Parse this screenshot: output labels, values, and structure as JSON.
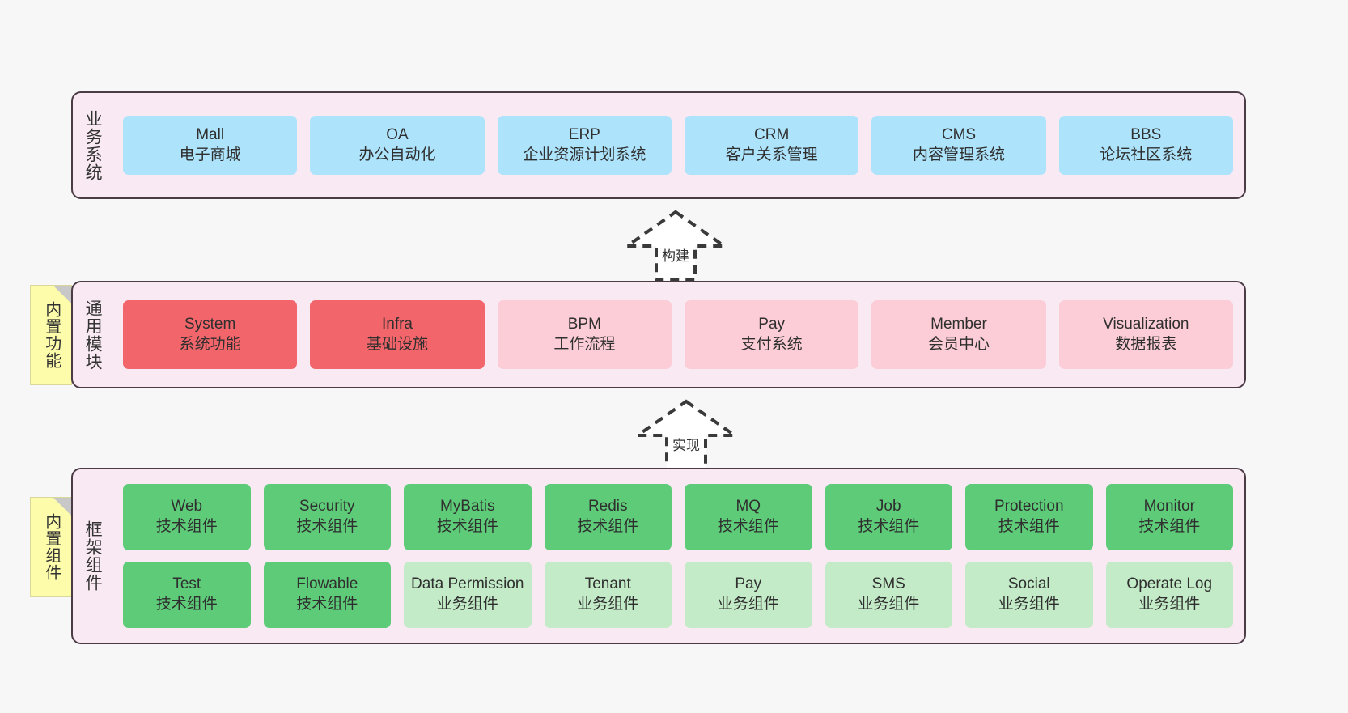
{
  "diagram": {
    "background_color": "#f7f7f7",
    "layer_fill": "#f9e9f3",
    "layer_border": "#4a3b45"
  },
  "layers": [
    {
      "id": "business",
      "title": "业务系统",
      "accent": "#ade3fb",
      "rows": [
        {
          "nodes": [
            {
              "name": "Mall",
              "sub": "电子商城",
              "color": "#ade3fb"
            },
            {
              "name": "OA",
              "sub": "办公自动化",
              "color": "#ade3fb"
            },
            {
              "name": "ERP",
              "sub": "企业资源计划系统",
              "color": "#ade3fb"
            },
            {
              "name": "CRM",
              "sub": "客户关系管理",
              "color": "#ade3fb"
            },
            {
              "name": "CMS",
              "sub": "内容管理系统",
              "color": "#ade3fb"
            },
            {
              "name": "BBS",
              "sub": "论坛社区系统",
              "color": "#ade3fb"
            }
          ]
        }
      ]
    },
    {
      "id": "modules",
      "title": "通用模块",
      "accent": "#f2656a",
      "sticky": "内置功能",
      "rows": [
        {
          "nodes": [
            {
              "name": "System",
              "sub": "系统功能",
              "color": "#f2656a"
            },
            {
              "name": "Infra",
              "sub": "基础设施",
              "color": "#f2656a"
            },
            {
              "name": "BPM",
              "sub": "工作流程",
              "color": "#fccdd6"
            },
            {
              "name": "Pay",
              "sub": "支付系统",
              "color": "#fccdd6"
            },
            {
              "name": "Member",
              "sub": "会员中心",
              "color": "#fccdd6"
            },
            {
              "name": "Visualization",
              "sub": "数据报表",
              "color": "#fccdd6"
            }
          ]
        }
      ]
    },
    {
      "id": "framework",
      "title": "框架组件",
      "accent": "#5ecb79",
      "sticky": "内置组件",
      "rows": [
        {
          "nodes": [
            {
              "name": "Web",
              "sub": "技术组件",
              "color": "#5ecb79"
            },
            {
              "name": "Security",
              "sub": "技术组件",
              "color": "#5ecb79"
            },
            {
              "name": "MyBatis",
              "sub": "技术组件",
              "color": "#5ecb79"
            },
            {
              "name": "Redis",
              "sub": "技术组件",
              "color": "#5ecb79"
            },
            {
              "name": "MQ",
              "sub": "技术组件",
              "color": "#5ecb79"
            },
            {
              "name": "Job",
              "sub": "技术组件",
              "color": "#5ecb79"
            },
            {
              "name": "Protection",
              "sub": "技术组件",
              "color": "#5ecb79"
            },
            {
              "name": "Monitor",
              "sub": "技术组件",
              "color": "#5ecb79"
            }
          ]
        },
        {
          "nodes": [
            {
              "name": "Test",
              "sub": "技术组件",
              "color": "#5ecb79"
            },
            {
              "name": "Flowable",
              "sub": "技术组件",
              "color": "#5ecb79"
            },
            {
              "name": "Data Permission",
              "sub": "业务组件",
              "color": "#c3ebc7"
            },
            {
              "name": "Tenant",
              "sub": "业务组件",
              "color": "#c3ebc7"
            },
            {
              "name": "Pay",
              "sub": "业务组件",
              "color": "#c3ebc7"
            },
            {
              "name": "SMS",
              "sub": "业务组件",
              "color": "#c3ebc7"
            },
            {
              "name": "Social",
              "sub": "业务组件",
              "color": "#c3ebc7"
            },
            {
              "name": "Operate Log",
              "sub": "业务组件",
              "color": "#c3ebc7"
            }
          ]
        }
      ]
    }
  ],
  "stickies": [
    {
      "id": "functions",
      "label": "内置功能",
      "color": "#fdfcaa"
    },
    {
      "id": "components",
      "label": "内置组件",
      "color": "#fdfcaa"
    }
  ],
  "arrows": [
    {
      "id": "build",
      "label": "构建",
      "style": "dashed-generalization",
      "from": "通用模块",
      "to": "业务系统"
    },
    {
      "id": "implement",
      "label": "实现",
      "style": "dashed-generalization",
      "from": "框架组件",
      "to": "通用模块"
    }
  ]
}
